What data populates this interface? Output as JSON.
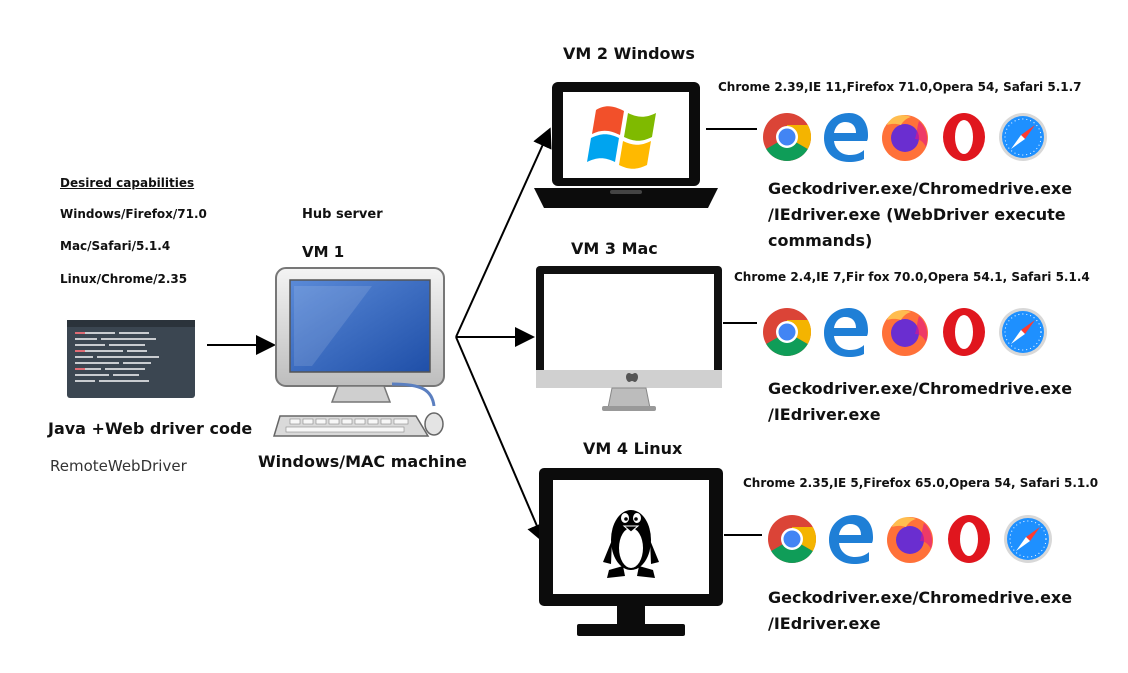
{
  "capabilities": {
    "heading": "Desired capabilities",
    "items": [
      "Windows/Firefox/71.0",
      "Mac/Safari/5.1.4",
      "Linux/Chrome/2.35"
    ]
  },
  "client": {
    "title": "Java +Web driver code",
    "subtitle": "RemoteWebDriver"
  },
  "hub": {
    "label": "Hub server",
    "vm": "VM 1",
    "machine": "Windows/MAC machine"
  },
  "nodes": [
    {
      "title": "VM 2 Windows",
      "versions": "Chrome 2.39,IE 11,Firefox 71.0,Opera 54, Safari 5.1.7",
      "drivers": [
        "Geckodriver.exe/Chromedrive.exe",
        "/IEdriver.exe (WebDriver execute",
        "commands)"
      ]
    },
    {
      "title": "VM 3 Mac",
      "versions": "Chrome 2.4,IE 7,Fir fox 70.0,Opera 54.1, Safari 5.1.4",
      "drivers": [
        "Geckodriver.exe/Chromedrive.exe",
        "/IEdriver.exe"
      ]
    },
    {
      "title": "VM 4 Linux",
      "versions": "Chrome 2.35,IE 5,Firefox 65.0,Opera 54, Safari 5.1.0",
      "drivers": [
        "Geckodriver.exe/Chromedrive.exe",
        "/IEdriver.exe"
      ]
    }
  ],
  "browser_icons": [
    "chrome-icon",
    "ie-edge-icon",
    "firefox-icon",
    "opera-icon",
    "safari-icon"
  ]
}
